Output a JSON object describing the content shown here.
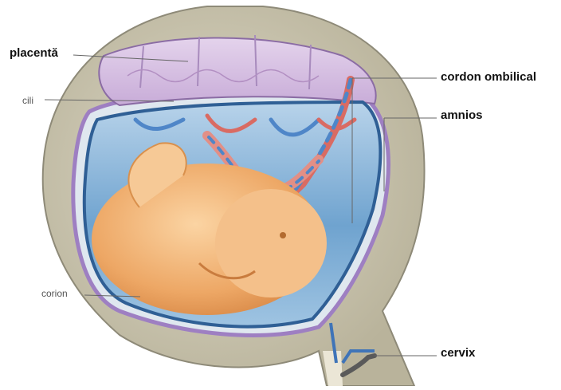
{
  "labels": {
    "placenta": "placentă",
    "cili": "cili",
    "cordon": "cordon ombilical",
    "amnios": "amnios",
    "corion": "corion",
    "cervix": "cervix"
  },
  "colors": {
    "uterine_wall": "#c9c3ad",
    "placenta": "#d9c6e4",
    "amniotic_fluid": "#8cb8d8",
    "fetus": "#f0b27a",
    "membrane": "#9e7fc2",
    "vessel_red": "#d96b63",
    "vessel_blue": "#4f86c8"
  }
}
